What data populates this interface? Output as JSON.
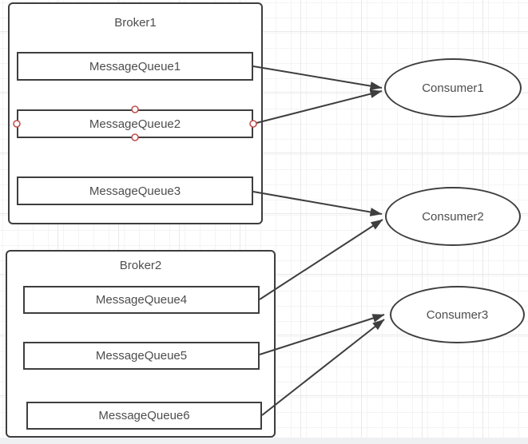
{
  "diagram": {
    "brokers": [
      {
        "label": "Broker1",
        "queues": [
          {
            "label": "MessageQueue1"
          },
          {
            "label": "MessageQueue2",
            "selected": true
          },
          {
            "label": "MessageQueue3"
          }
        ]
      },
      {
        "label": "Broker2",
        "queues": [
          {
            "label": "MessageQueue4"
          },
          {
            "label": "MessageQueue5"
          },
          {
            "label": "MessageQueue6"
          }
        ]
      }
    ],
    "consumers": [
      {
        "label": "Consumer1"
      },
      {
        "label": "Consumer2"
      },
      {
        "label": "Consumer3"
      }
    ],
    "connections": [
      {
        "from": "MessageQueue1",
        "to": "Consumer1"
      },
      {
        "from": "MessageQueue2",
        "to": "Consumer1"
      },
      {
        "from": "MessageQueue3",
        "to": "Consumer2"
      },
      {
        "from": "MessageQueue4",
        "to": "Consumer2"
      },
      {
        "from": "MessageQueue5",
        "to": "Consumer3"
      },
      {
        "from": "MessageQueue6",
        "to": "Consumer3"
      }
    ],
    "colors": {
      "shape_stroke": "#3e3e3e",
      "shape_fill": "#ffffff",
      "text": "#4d4d4d",
      "selection_handle_stroke": "#c0504d",
      "grid_minor": "#f4f4f4",
      "grid_major": "#e9e9e9",
      "bottom_strip": "#eff0f1"
    }
  }
}
